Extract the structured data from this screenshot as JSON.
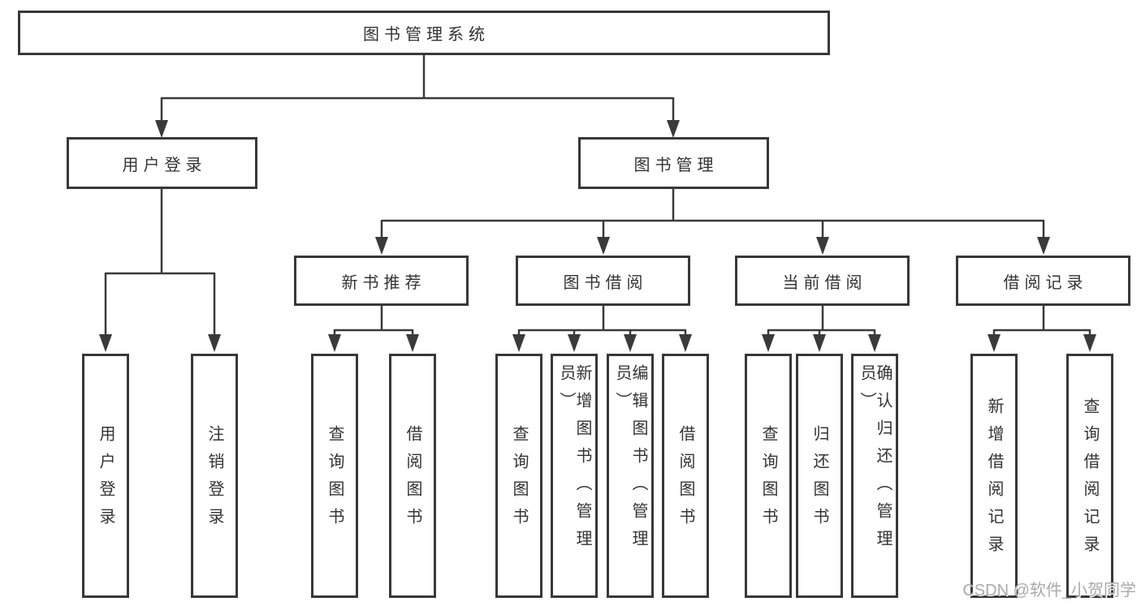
{
  "diagram": {
    "root": "图书管理系统",
    "children": [
      {
        "label": "用户登录",
        "children": [
          {
            "label": "用户登录"
          },
          {
            "label": "注销登录"
          }
        ]
      },
      {
        "label": "图书管理",
        "children": [
          {
            "label": "新书推荐",
            "children": [
              {
                "label": "查询图书"
              },
              {
                "label": "借阅图书"
              }
            ]
          },
          {
            "label": "图书借阅",
            "children": [
              {
                "label": "查询图书"
              },
              {
                "label": "新增图书（管理员）"
              },
              {
                "label": "编辑图书（管理员）"
              },
              {
                "label": "借阅图书"
              }
            ]
          },
          {
            "label": "当前借阅",
            "children": [
              {
                "label": "查询图书"
              },
              {
                "label": "归还图书"
              },
              {
                "label": "确认归还（管理员）"
              }
            ]
          },
          {
            "label": "借阅记录",
            "children": [
              {
                "label": "新增借阅记录"
              },
              {
                "label": "查询借阅记录"
              }
            ]
          }
        ]
      }
    ]
  },
  "watermark": "CSDN @软件_小贺同学",
  "colors": {
    "line": "#3a3a3a",
    "box_border": "#383838",
    "text": "#333333",
    "background": "#ffffff",
    "watermark": "#a9a9a9"
  }
}
